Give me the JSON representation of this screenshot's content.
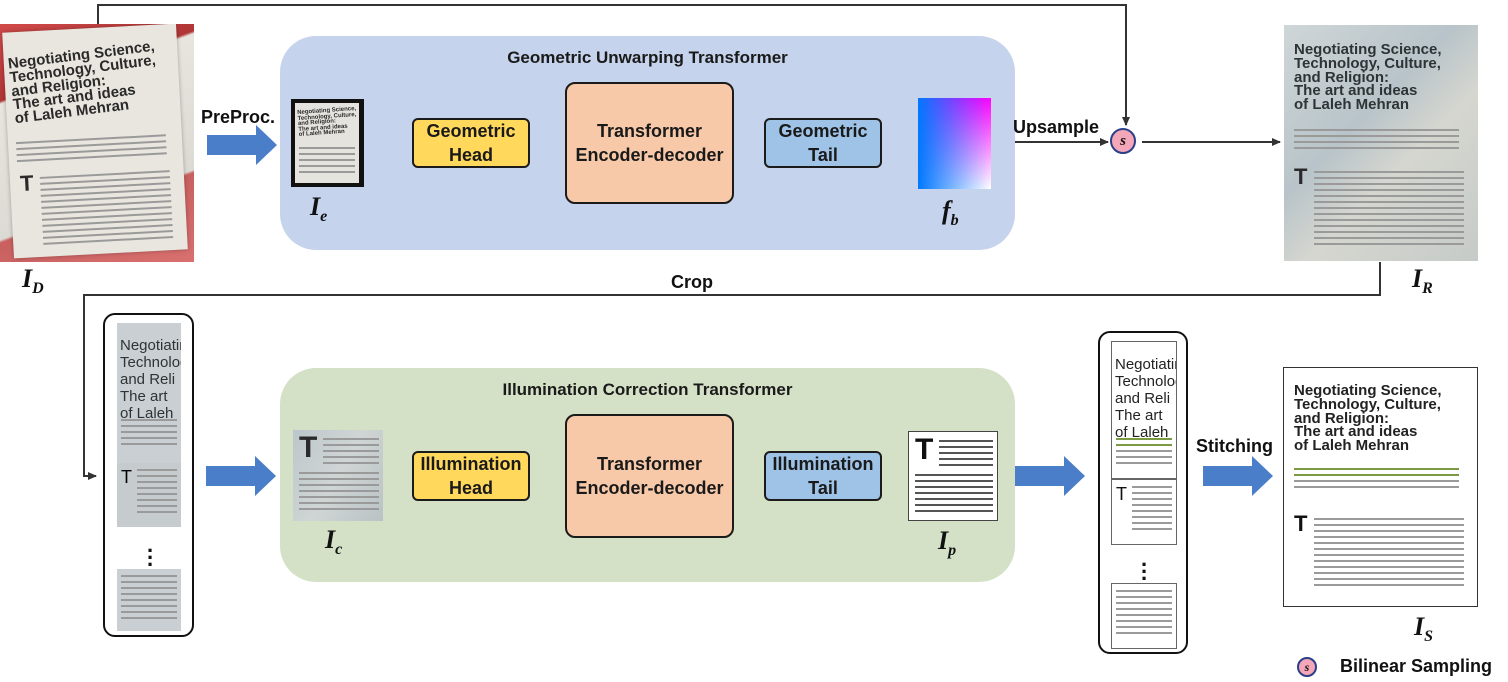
{
  "top_panel": {
    "title": "Geometric Unwarping Transformer"
  },
  "bottom_panel": {
    "title": "Illumination Correction Transformer"
  },
  "blocks": {
    "geo_head": [
      "Geometric",
      "Head"
    ],
    "geo_trans": [
      "Transformer",
      "Encoder-decoder"
    ],
    "geo_tail": [
      "Geometric",
      "Tail"
    ],
    "ill_head": [
      "Illumination",
      "Head"
    ],
    "ill_trans": [
      "Transformer",
      "Encoder-decoder"
    ],
    "ill_tail": [
      "Illumination",
      "Tail"
    ]
  },
  "labels": {
    "preproc": "PreProc.",
    "upsample": "Upsample",
    "crop": "Crop",
    "stitching": "Stitching",
    "bilinear": "Bilinear Sampling",
    "sampling_symbol": "s"
  },
  "symbols": {
    "I_D": {
      "base": "I",
      "sub": "D"
    },
    "I_e": {
      "base": "I",
      "sub": "e"
    },
    "f_b": {
      "base": "f",
      "sub": "b"
    },
    "I_R": {
      "base": "I",
      "sub": "R"
    },
    "I_c": {
      "base": "I",
      "sub": "c"
    },
    "I_p": {
      "base": "I",
      "sub": "p"
    },
    "I_S": {
      "base": "I",
      "sub": "S"
    }
  },
  "document": {
    "headline": "Negotiating Science, Technology, Culture, and Religion: The art and ideas of Laleh Mehran",
    "headline_lines": [
      "Negotiating Science,",
      "Technology, Culture,",
      "and Religion:",
      "The art and ideas",
      "of Laleh Mehran"
    ],
    "crop_lines": [
      "Negotiating",
      "Technology",
      "and Reli",
      "The art",
      "of Laleh"
    ],
    "dropcap": "T"
  },
  "colors": {
    "panel_top": "#c5d3ec",
    "panel_bottom": "#d4e1c6",
    "arrow": "#4a7ec8",
    "yellow": "#ffd85c",
    "peach": "#f8c9a8",
    "blue": "#9ec3e6",
    "sampling": "#f4a7b9"
  }
}
